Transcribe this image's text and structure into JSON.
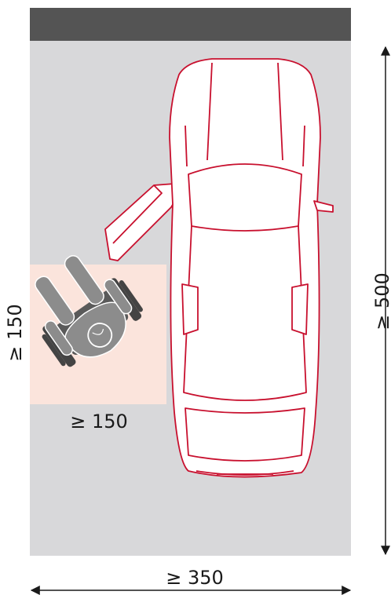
{
  "diagram": {
    "labels": {
      "total_length": "≥ 500",
      "total_width": "≥ 350",
      "transfer_zone_depth": "≥ 150",
      "transfer_zone_width": "≥ 150"
    },
    "colors": {
      "parking_space": "#d8d8da",
      "header_bar": "#545454",
      "transfer_zone": "#fbe4dc",
      "car_outline": "#c8102e",
      "car_fill": "#ffffff",
      "wheelchair_user": "#8c8c8c",
      "wheelchair_dark": "#444444",
      "dimension_line": "#1a1a1a"
    }
  }
}
